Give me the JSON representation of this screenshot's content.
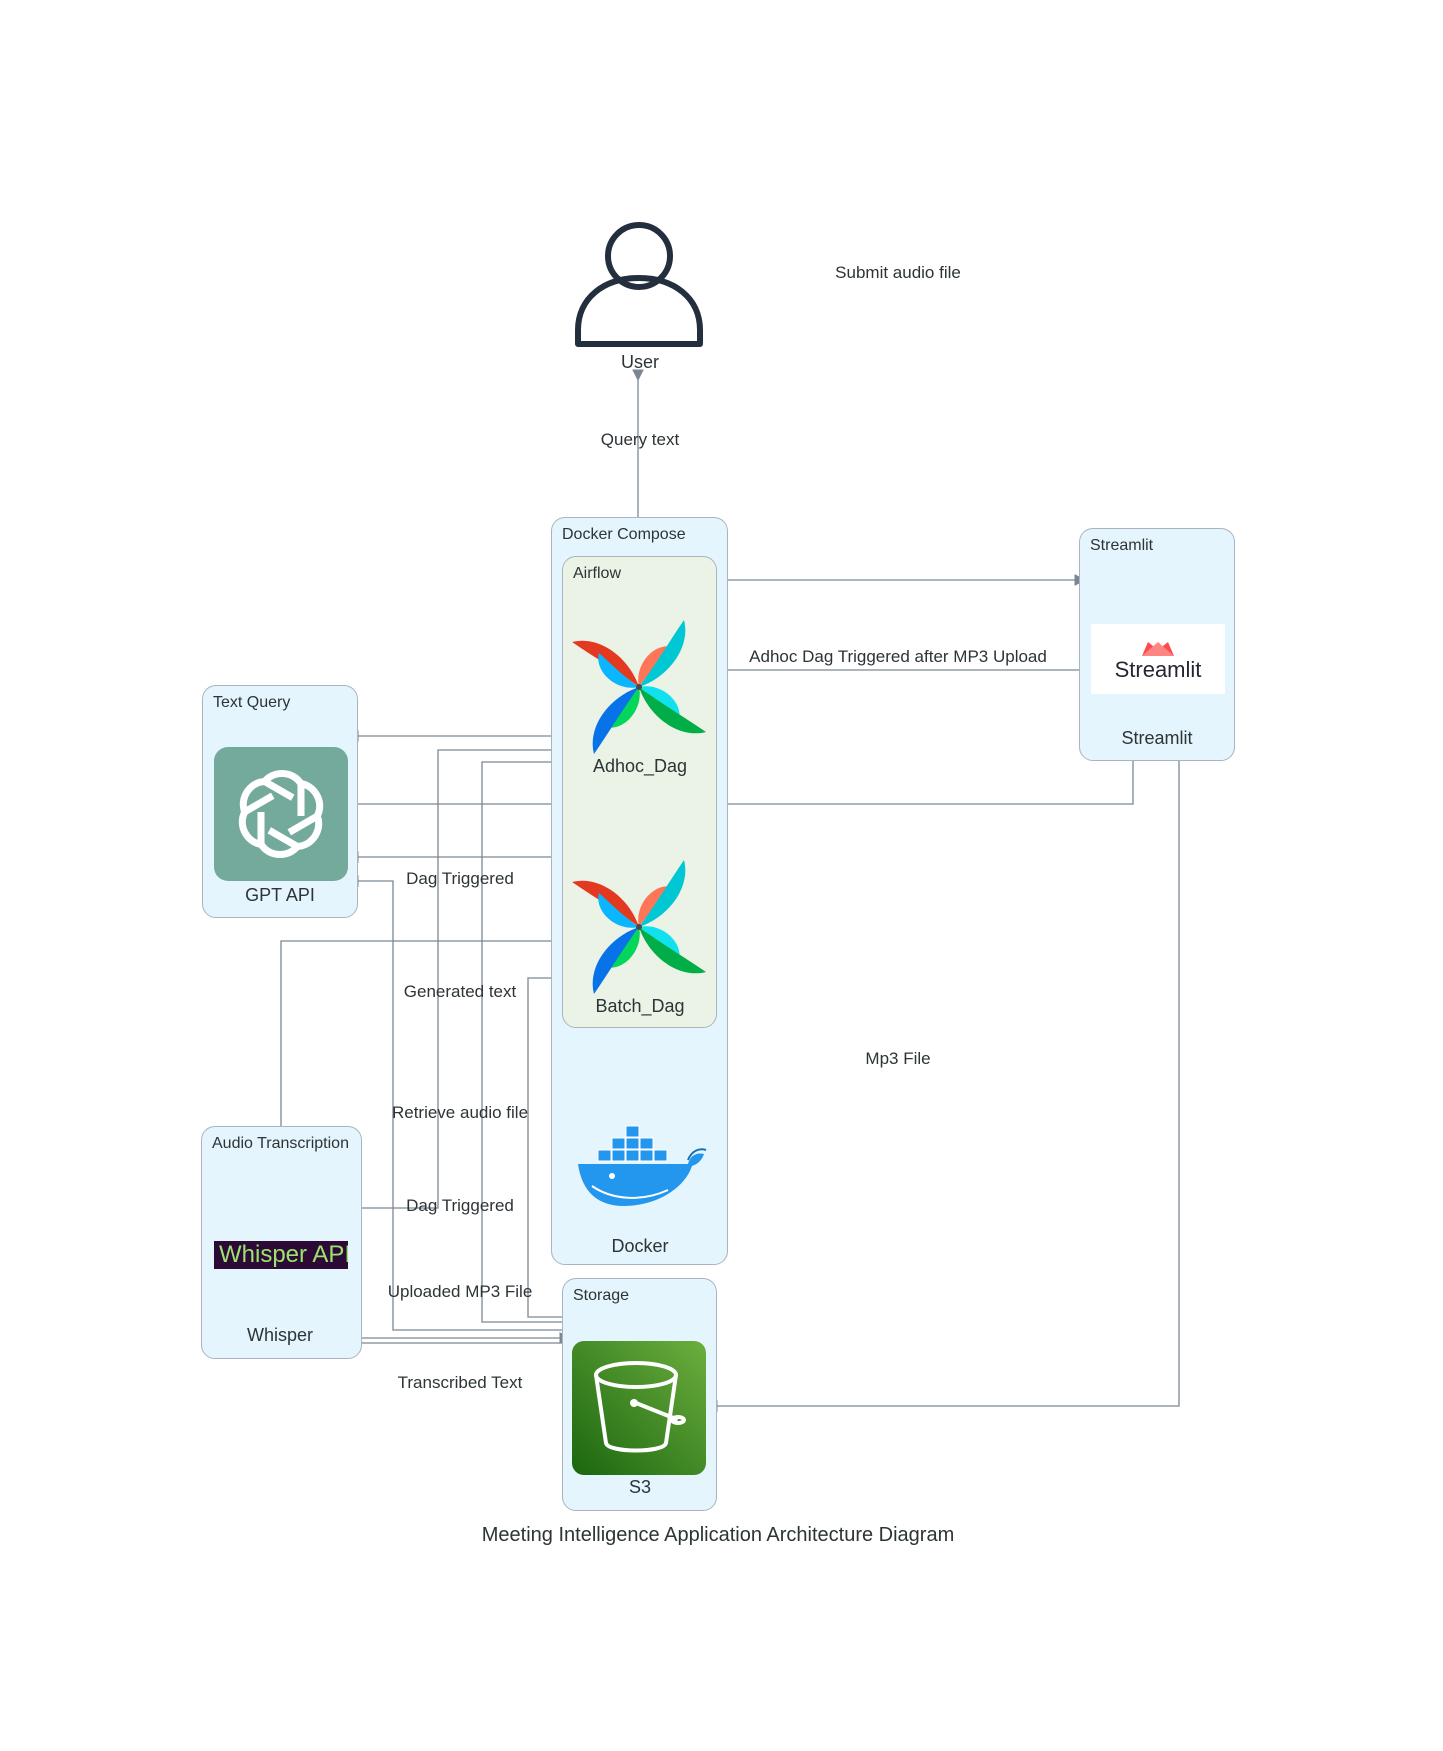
{
  "title": "Meeting Intelligence Application Architecture Diagram",
  "clusters": {
    "docker_compose": "Docker Compose",
    "airflow": "Airflow",
    "streamlit": "Streamlit",
    "text_query": "Text Query",
    "audio_transcription": "Audio Transcription",
    "storage": "Storage"
  },
  "nodes": {
    "user": "User",
    "adhoc_dag": "Adhoc_Dag",
    "batch_dag": "Batch_Dag",
    "docker": "Docker",
    "streamlit": "Streamlit",
    "gpt_api": "GPT API",
    "whisper": "Whisper",
    "s3": "S3"
  },
  "logos": {
    "streamlit_wordmark": "Streamlit",
    "whisper_wordmark": "Whisper API"
  },
  "edges": {
    "submit_audio": "Submit audio file",
    "query_text": "Query text",
    "adhoc_triggered": "Adhoc Dag Triggered after MP3 Upload",
    "dag_triggered_1": "Dag Triggered",
    "generated_text": "Generated text",
    "retrieve_audio": "Retrieve audio file",
    "dag_triggered_2": "Dag Triggered",
    "uploaded_mp3": "Uploaded MP3 File",
    "transcribed_text": "Transcribed Text",
    "mp3_file": "Mp3 File"
  },
  "colors": {
    "cluster_fill": "#e5f5fd",
    "airflow_fill": "#ebf3e7",
    "edge": "#7b8894",
    "user_icon": "#232f3e",
    "s3_green": "#3f8624",
    "openai_teal": "#74aa9c",
    "docker_blue": "#2396ed",
    "streamlit_red": "#ff4b4b",
    "whisper_bg": "#2d0a35",
    "whisper_text": "#9be36f"
  }
}
